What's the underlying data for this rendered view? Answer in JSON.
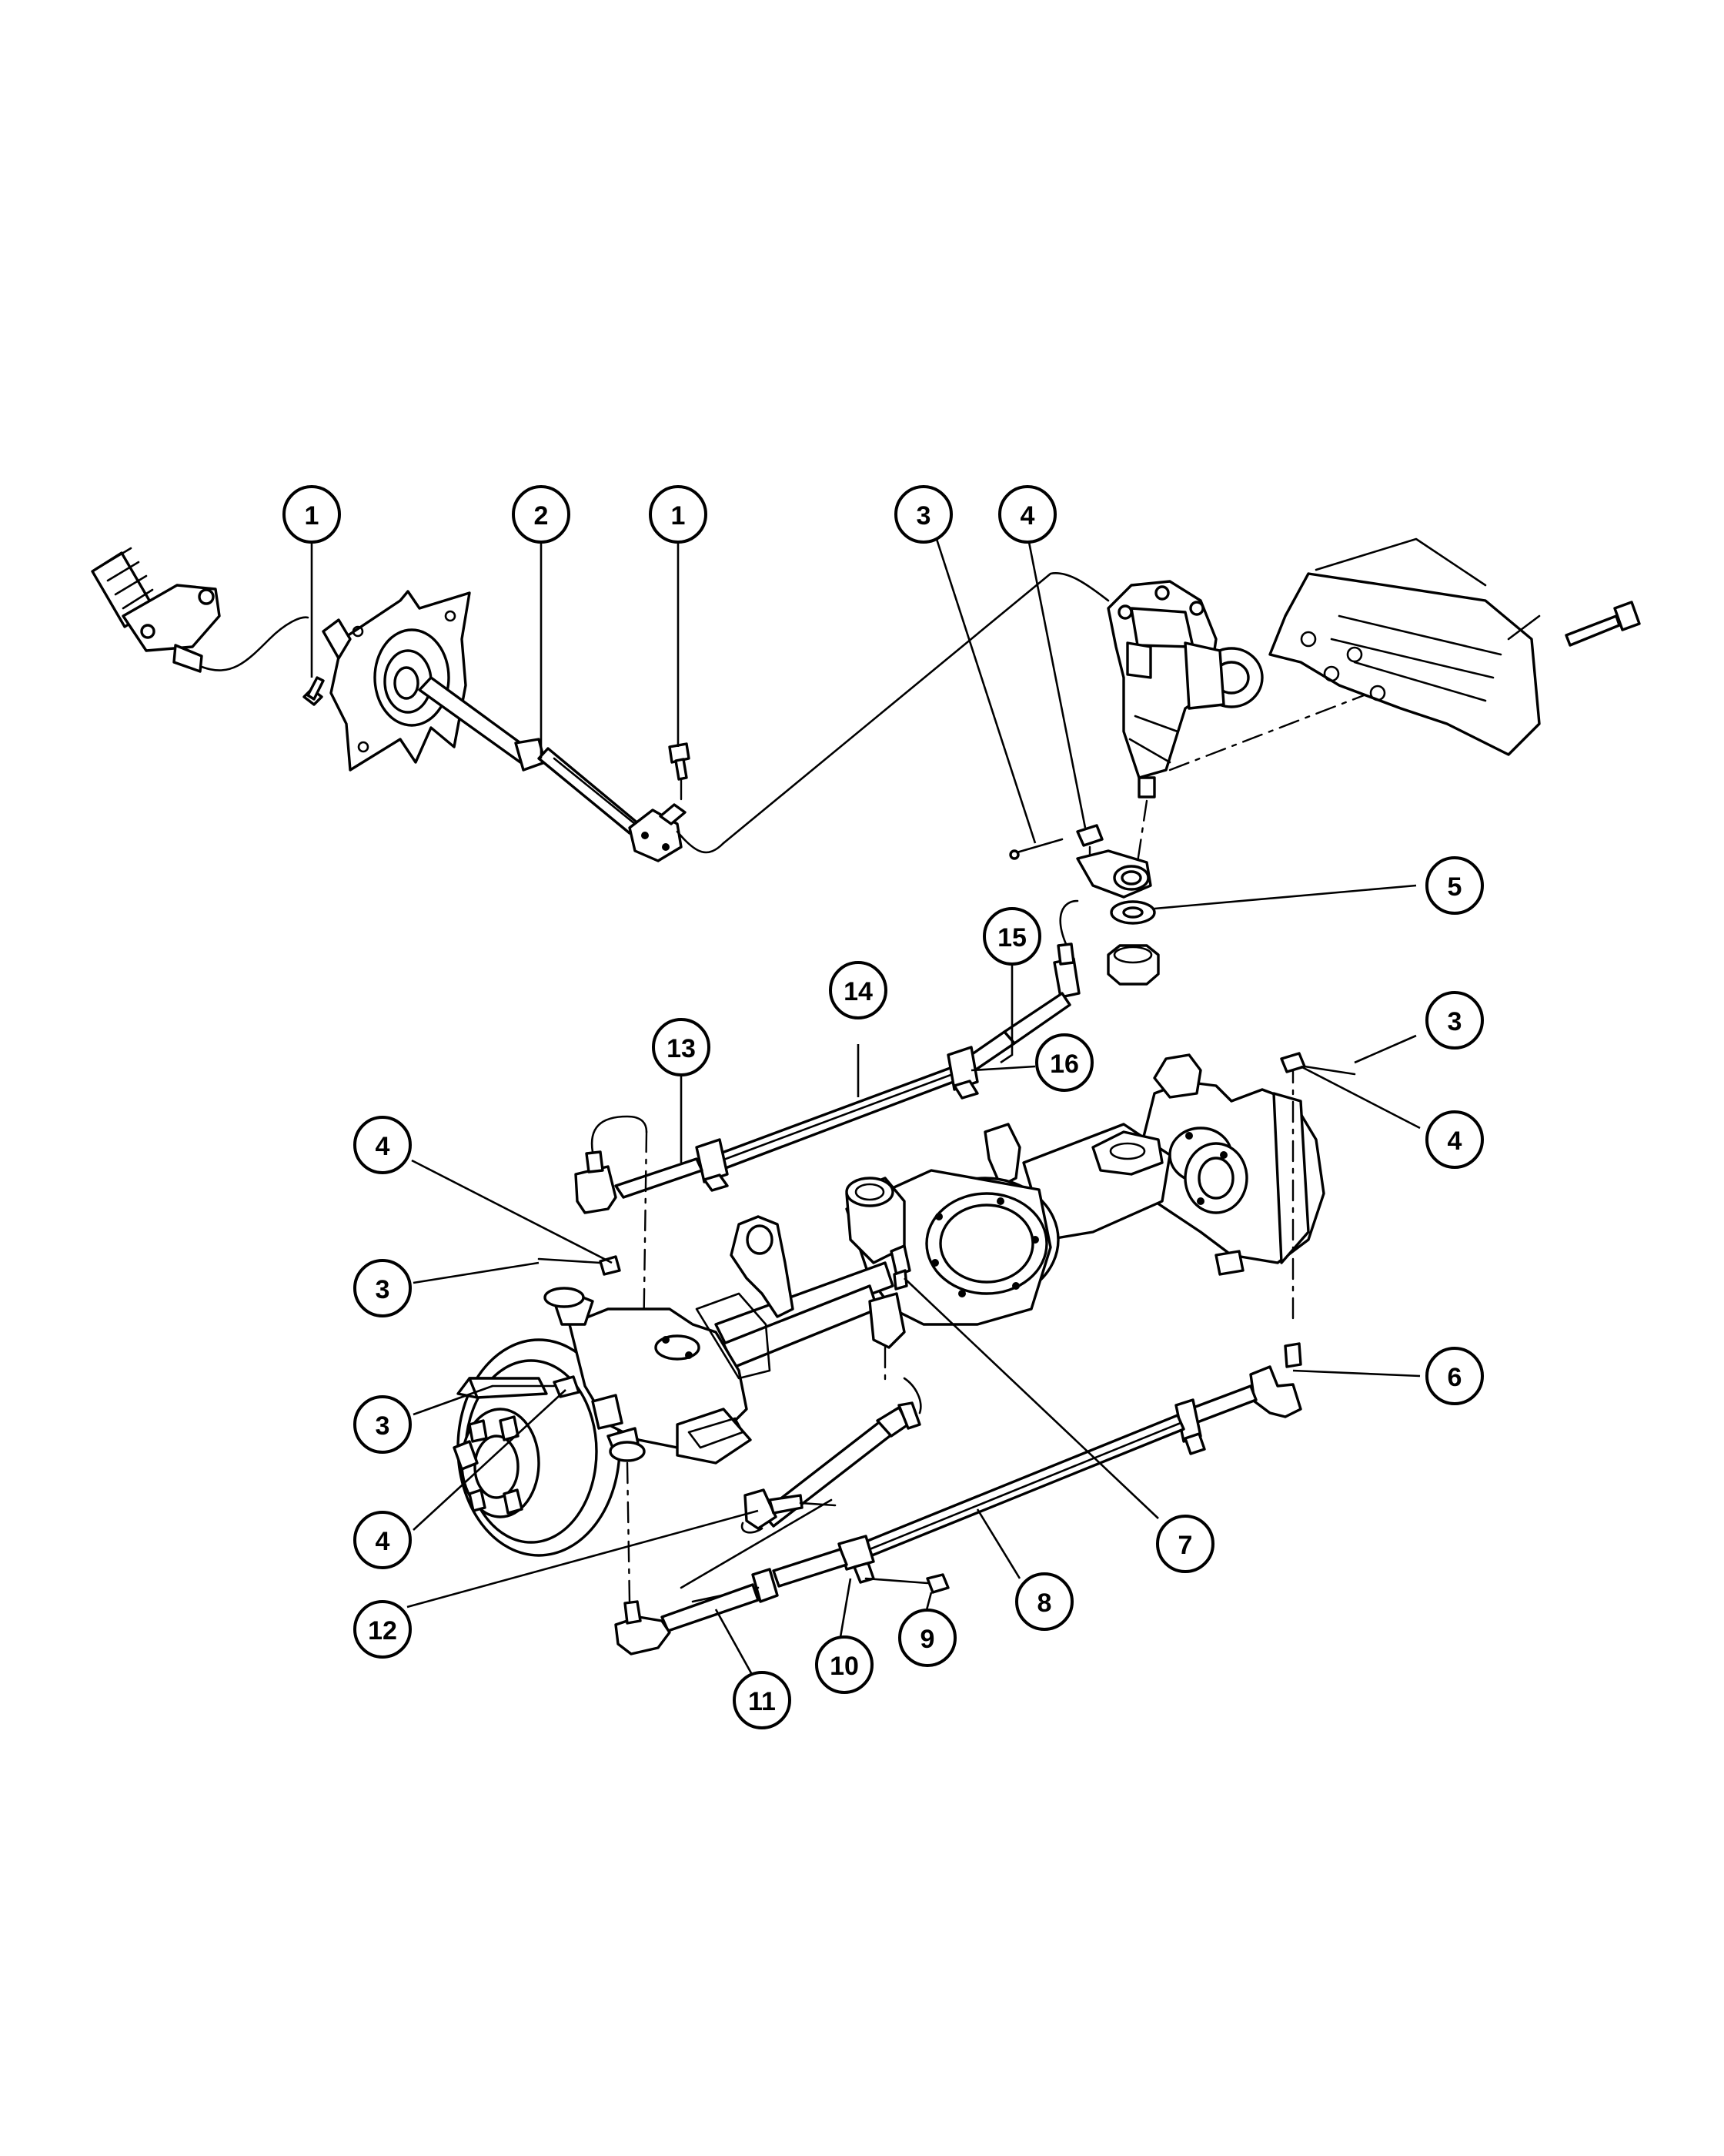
{
  "callouts": [
    {
      "id": "c1a",
      "label": "1"
    },
    {
      "id": "c2",
      "label": "2"
    },
    {
      "id": "c1b",
      "label": "1"
    },
    {
      "id": "c3a",
      "label": "3"
    },
    {
      "id": "c4a",
      "label": "4"
    },
    {
      "id": "c5",
      "label": "5"
    },
    {
      "id": "c15",
      "label": "15"
    },
    {
      "id": "c14",
      "label": "14"
    },
    {
      "id": "c16",
      "label": "16"
    },
    {
      "id": "c13",
      "label": "13"
    },
    {
      "id": "c3b",
      "label": "3"
    },
    {
      "id": "c4b",
      "label": "4"
    },
    {
      "id": "c4c",
      "label": "4"
    },
    {
      "id": "c3c",
      "label": "3"
    },
    {
      "id": "c6",
      "label": "6"
    },
    {
      "id": "c3d",
      "label": "3"
    },
    {
      "id": "c4d",
      "label": "4"
    },
    {
      "id": "c7",
      "label": "7"
    },
    {
      "id": "c8",
      "label": "8"
    },
    {
      "id": "c12",
      "label": "12"
    },
    {
      "id": "c10",
      "label": "10"
    },
    {
      "id": "c9",
      "label": "9"
    },
    {
      "id": "c11",
      "label": "11"
    }
  ]
}
